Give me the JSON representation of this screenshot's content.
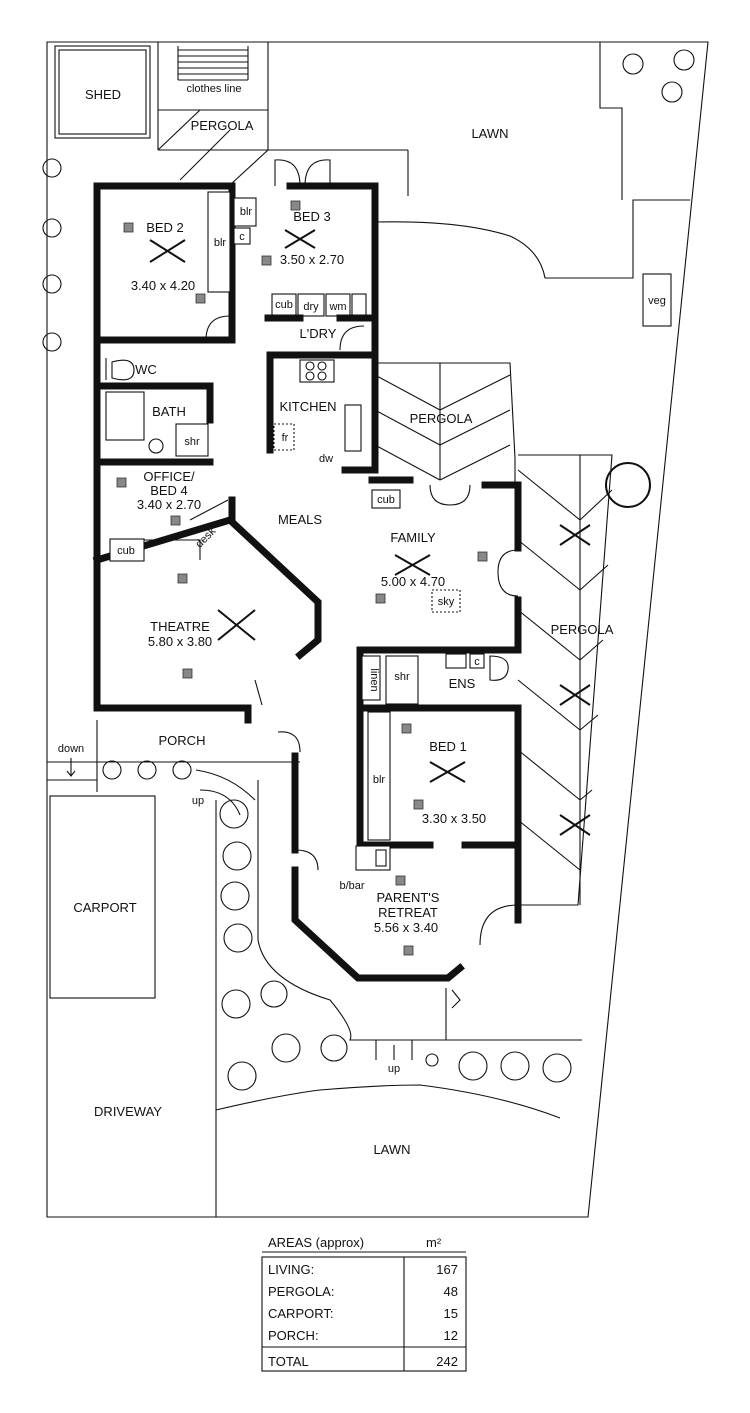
{
  "rooms": {
    "shed": "SHED",
    "clothes_line": "clothes line",
    "pergola_back": "PERGOLA",
    "lawn_back": "LAWN",
    "veg": "veg",
    "bed2": {
      "name": "BED 2",
      "size": "3.40 x 4.20"
    },
    "bed3": {
      "name": "BED 3",
      "size": "3.50 x 2.70"
    },
    "blr": "blr",
    "c": "c",
    "cub": "cub",
    "dry": "dry",
    "wm": "wm",
    "laundry": "L'DRY",
    "wc": "WC",
    "bath": "BATH",
    "shr": "shr",
    "kitchen": "KITCHEN",
    "fr": "fr",
    "dw": "dw",
    "pergola_mid": "PERGOLA",
    "office": {
      "name1": "OFFICE/",
      "name2": "BED 4",
      "size": "3.40 x 2.70"
    },
    "desk": "desk",
    "meals": "MEALS",
    "family": {
      "name": "FAMILY",
      "size": "5.00 x 4.70"
    },
    "sky": "sky",
    "pergola_side": "PERGOLA",
    "theatre": {
      "name": "THEATRE",
      "size": "5.80 x 3.80"
    },
    "linen": "linen",
    "ens": "ENS",
    "bed1": {
      "name": "BED 1",
      "size": "3.30 x 3.50"
    },
    "porch": "PORCH",
    "down": "down",
    "up": "up",
    "carport": "CARPORT",
    "bbar": "b/bar",
    "parents": {
      "name1": "PARENT'S",
      "name2": "RETREAT",
      "size": "5.56 x 3.40"
    },
    "driveway": "DRIVEWAY",
    "lawn_front": "LAWN"
  },
  "areas": {
    "title": "AREAS (approx)",
    "unit": "m²",
    "rows": [
      {
        "label": "LIVING:",
        "value": "167"
      },
      {
        "label": "PERGOLA:",
        "value": "48"
      },
      {
        "label": "CARPORT:",
        "value": "15"
      },
      {
        "label": "PORCH:",
        "value": "12"
      }
    ],
    "total_label": "TOTAL",
    "total_value": "242"
  }
}
